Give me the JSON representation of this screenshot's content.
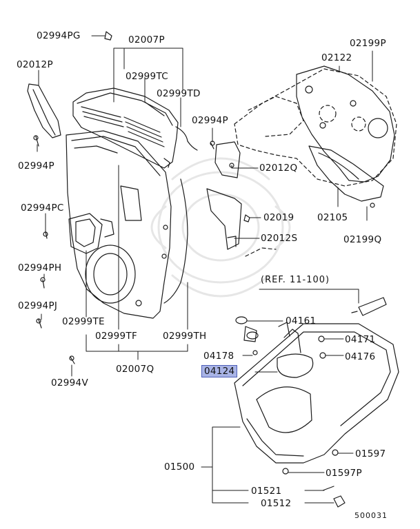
{
  "colors": {
    "ink": "#1a1a1a",
    "highlight": "#a9b4e6",
    "highlight_border": "#4e5fb8",
    "watermark": "#e8e8e8"
  },
  "highlighted_part": "04124",
  "reference_note": "(REF. 11-100)",
  "diagram_code": "500031",
  "parts": {
    "p02994PG": "02994PG",
    "p02007P": "02007P",
    "p02199P": "02199P",
    "p02012P": "02012P",
    "p02122": "02122",
    "p02999TC": "02999TC",
    "p02999TD": "02999TD",
    "p02994P_a": "02994P",
    "p02994P_b": "02994P",
    "p02012Q": "02012Q",
    "p02994PC": "02994PC",
    "p02019": "02019",
    "p02105": "02105",
    "p02012S": "02012S",
    "p02199Q": "02199Q",
    "p02994PH": "02994PH",
    "p02994PJ": "02994PJ",
    "p02999TE": "02999TE",
    "p02999TF": "02999TF",
    "p02999TH": "02999TH",
    "p04161": "04161",
    "p04171": "04171",
    "p04178": "04178",
    "p04176": "04176",
    "p04124": "04124",
    "p02007Q": "02007Q",
    "p02994V": "02994V",
    "p01500": "01500",
    "p01597": "01597",
    "p01597P": "01597P",
    "p01521": "01521",
    "p01512": "01512"
  }
}
